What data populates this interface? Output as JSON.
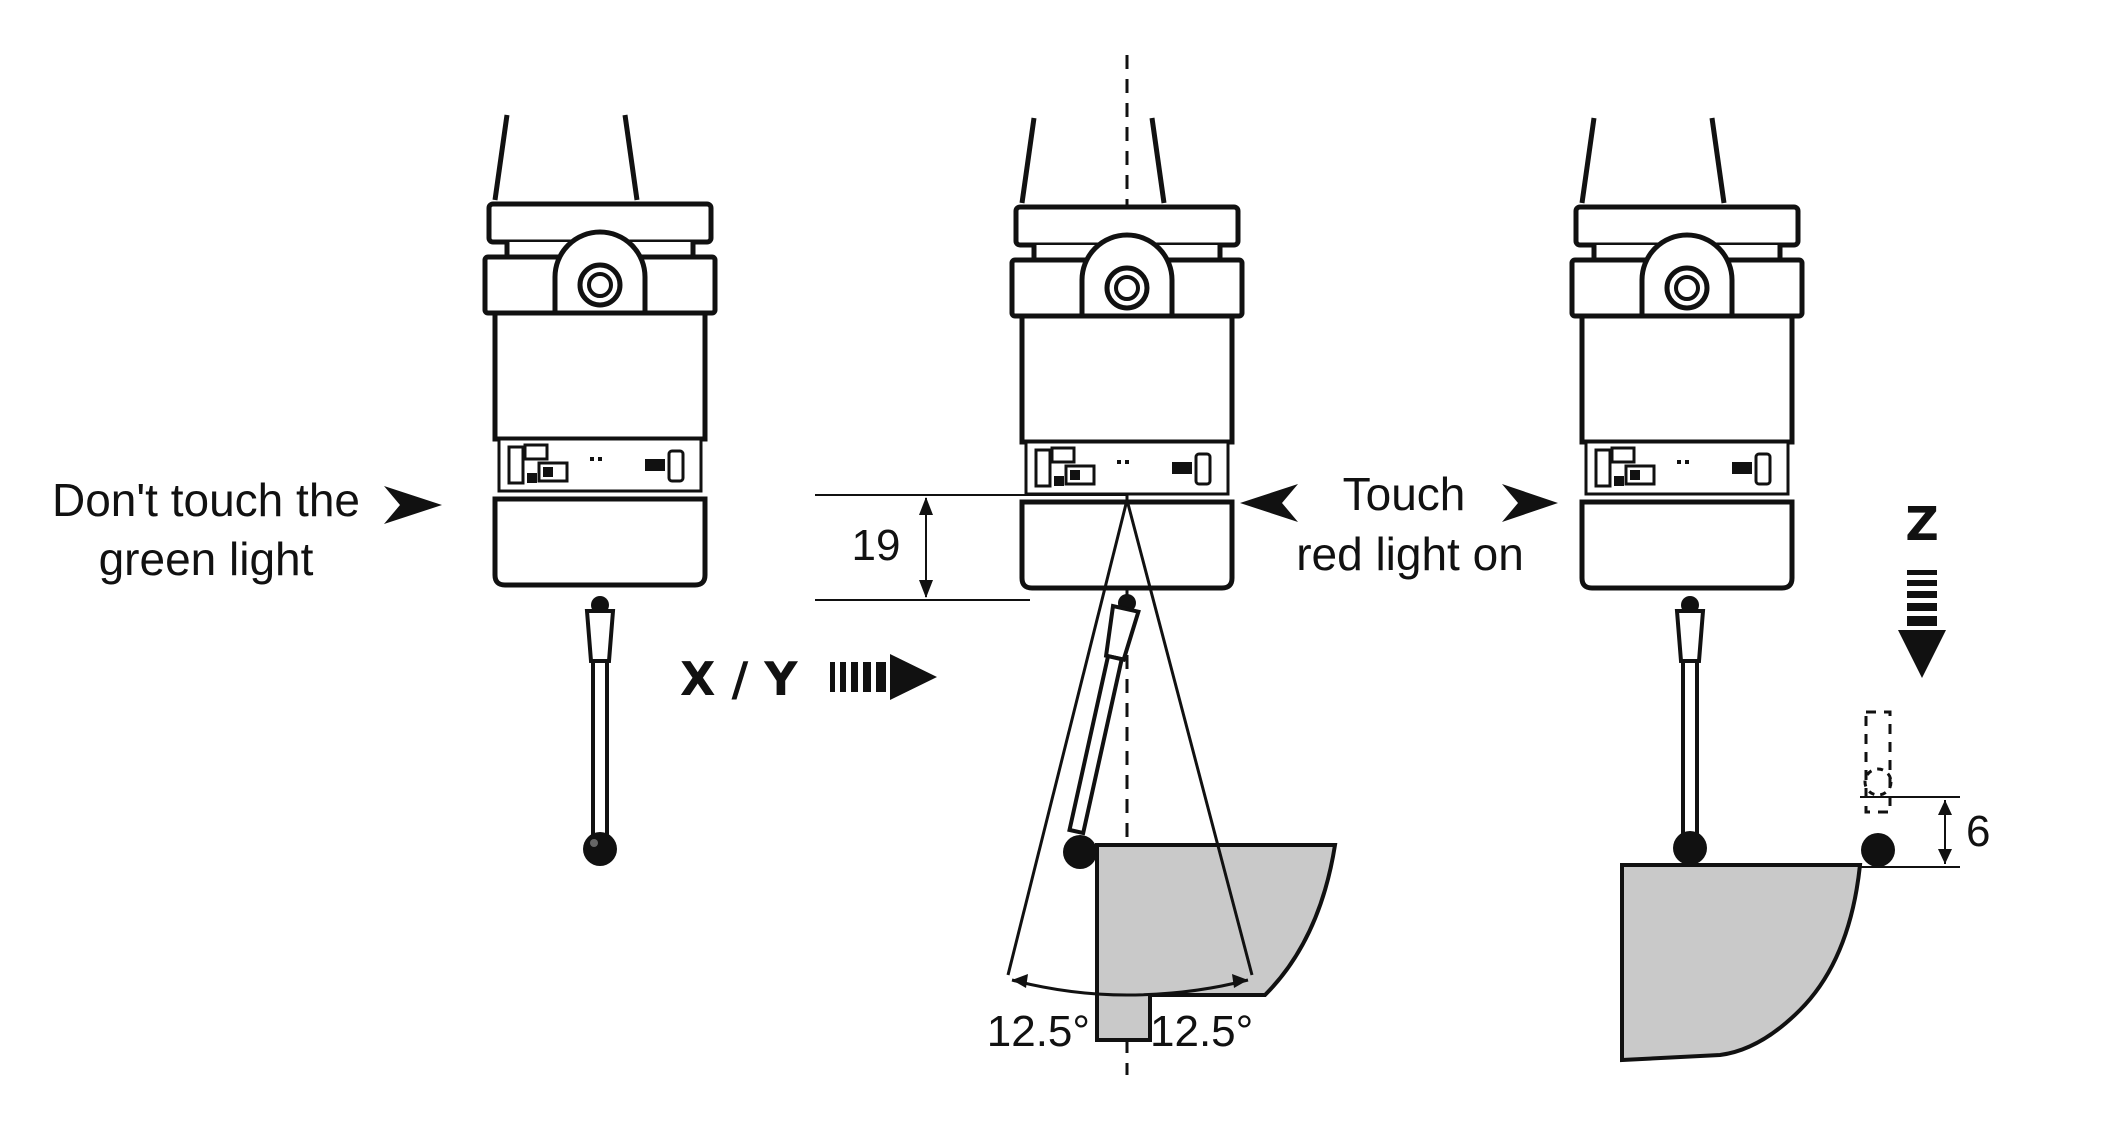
{
  "labels": {
    "left_note_line1": "Don't touch the",
    "left_note_line2": "green light",
    "right_note_line1": "Touch",
    "right_note_line2": "red light on",
    "xy_direction": "X / Y",
    "z_direction": "Z",
    "height_dim": "19",
    "angle_left": "12.5°",
    "angle_right": "12.5°",
    "z_travel_dim": "6"
  }
}
